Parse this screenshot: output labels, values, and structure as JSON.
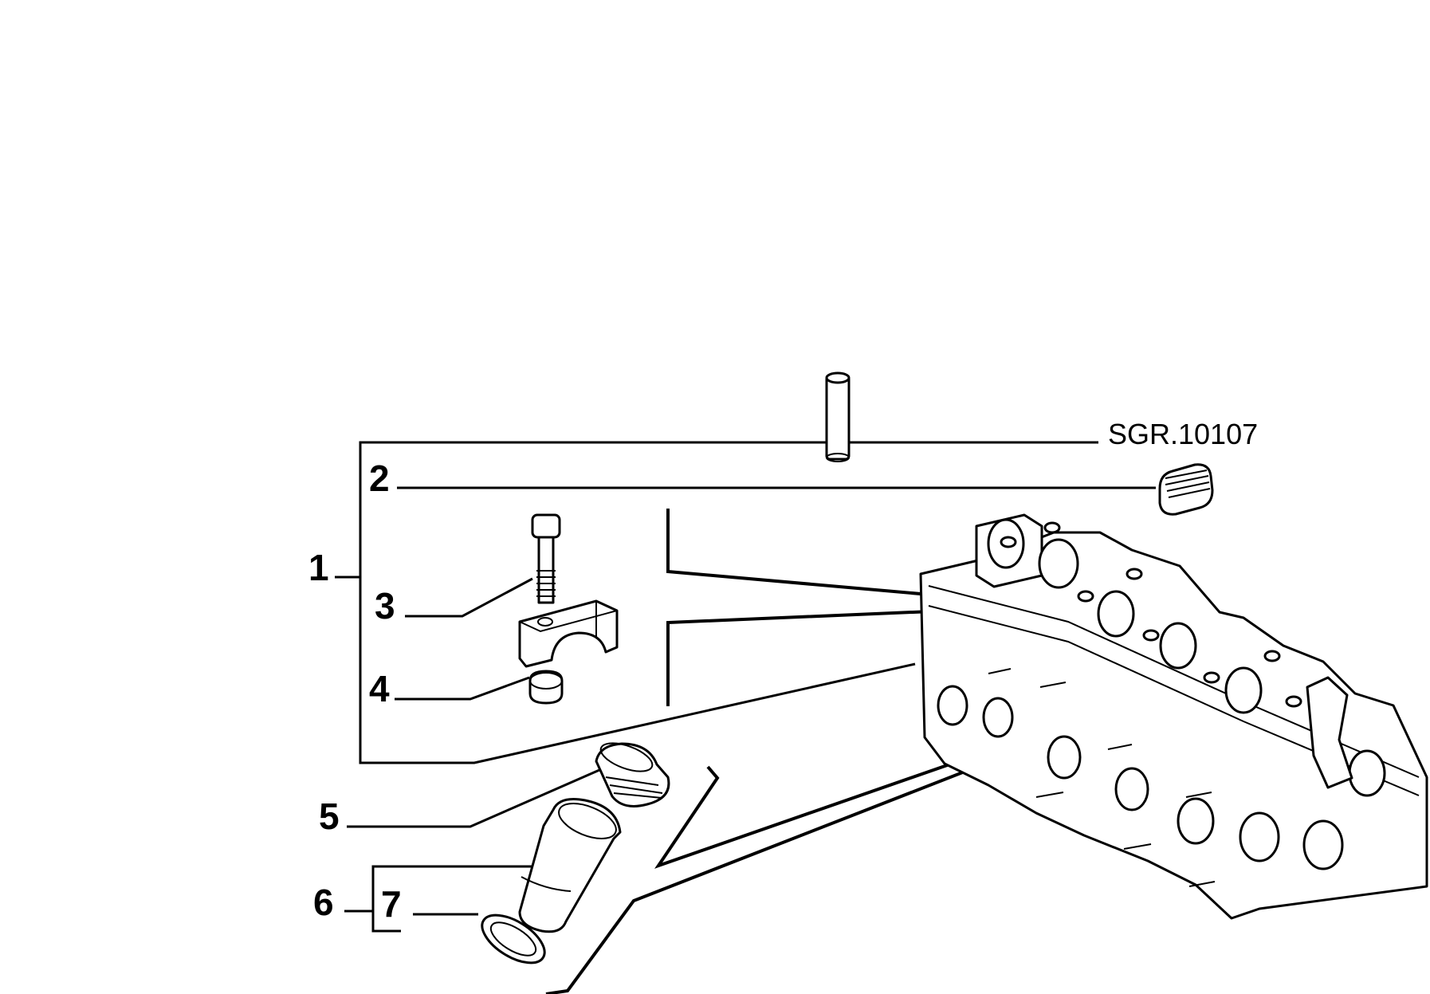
{
  "diagram": {
    "reference_code": "SGR.10107",
    "callouts": [
      "1",
      "2",
      "3",
      "4",
      "5",
      "6",
      "7"
    ]
  }
}
